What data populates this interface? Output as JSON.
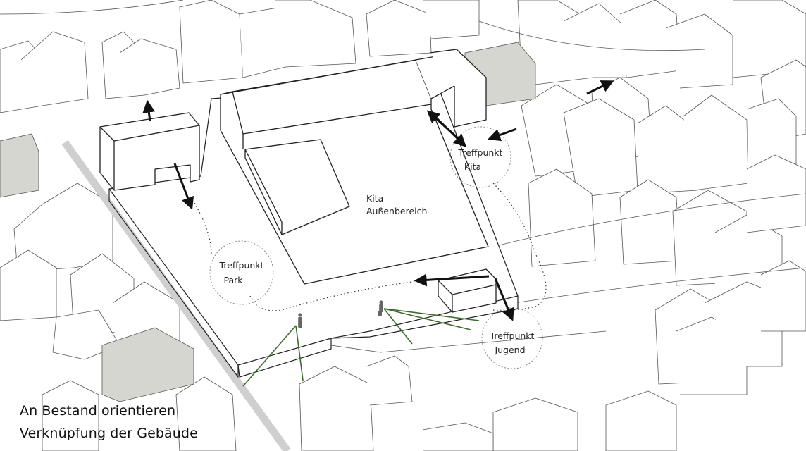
{
  "labels": {
    "kita_outdoor_line1": "Kita",
    "kita_outdoor_line2": "Außenbereich",
    "meeting_park_line1": "Treffpunkt",
    "meeting_park_line2": "Park",
    "meeting_kita_line1": "Treffpunkt",
    "meeting_kita_line2": "Kita",
    "meeting_youth_line1": "Treffpunkt",
    "meeting_youth_line2": "Jugend"
  },
  "captions": {
    "line1": "An Bestand orientieren",
    "line2": "Verknüpfung der Gebäude"
  },
  "colors": {
    "background": "#ffffff",
    "outline": "#333333",
    "existing_buildings": "#555555",
    "grey_buildings": "#d6d6d0",
    "rail_track": "#cfcfcf",
    "arrows": "#111111",
    "sight_lines": "#3d6b2e",
    "dotted_path": "#333333",
    "meeting_circles": "#888888"
  }
}
